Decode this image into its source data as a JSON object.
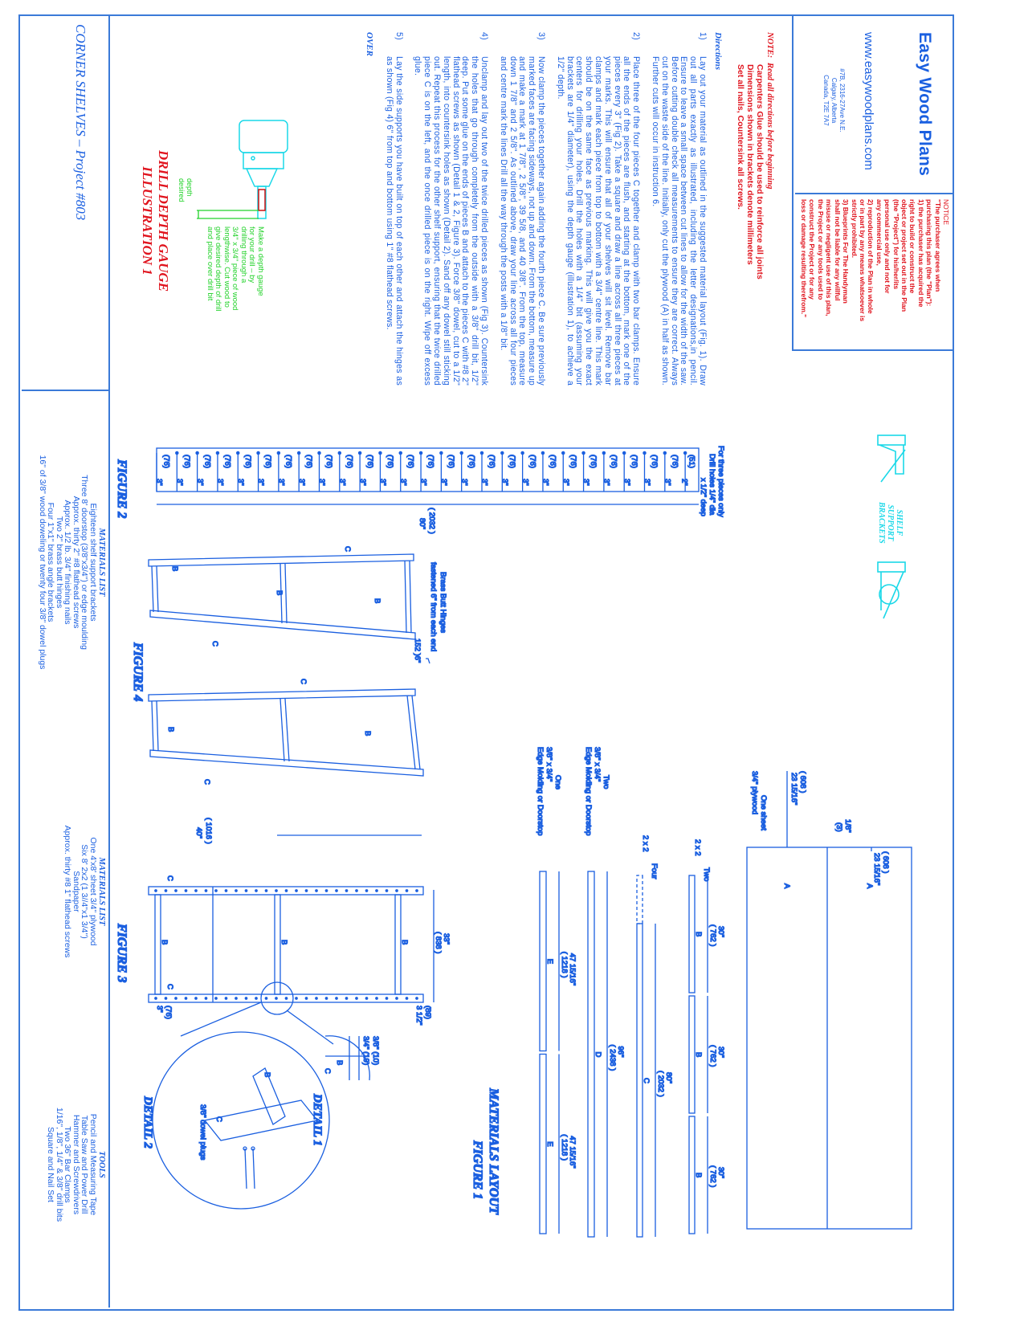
{
  "title_block": {
    "brand": "Easy Wood Plans",
    "website": "www.easywoodplans.com",
    "address": [
      "#7B, 2316-27Ave N.E.",
      "Calgary, Alberta",
      "Canada, T2E 7A7"
    ]
  },
  "notice": {
    "heading": "NOTICE",
    "lines": [
      "\"The purchaser agrees when",
      "purchasing this plan (the \"Plan\"):",
      "1)  the purchaser has acquired the",
      "right to build or construct the",
      "object or project set out in the Plan",
      "(the \"Project\") for his/her/its",
      "personal use only and not for",
      "any commercial use,",
      "2)   reproduction of the Plan in whole",
      "or in part by any means whatsoever is",
      "strictly prohibited.",
      "3)  Blueprints For The Handyman",
      "shall not be liable for any willful",
      "misuse or negligent use of this plan,",
      "the Project or any tools used to",
      "construct  the Project or for any",
      "loss or damage resulting therefrom.\""
    ]
  },
  "note": {
    "label": "NOTE:",
    "heading": "Read all directions before beginning",
    "lines": [
      "Carpenters Glue should be used to reinforce all joints",
      "Dimensions shown in brackets denote millimeters",
      "Set all nails, Countersink all screws."
    ]
  },
  "directions": {
    "heading": "Directions",
    "steps": [
      {
        "num": "1)",
        "text": "Lay out your material as outlined in the suggested material layout (Fig. 1). Draw out all parts exactly as illustrated, including the letter designations,in pencil. Ensure to leave a small space between cut lines to allow for the width of the saw.  Before cutting double check all measurements to ensure they are correct.  Always cut on the waste side of the line.  Initially, only cut the plywood (A) in half as shown.  Further cuts will occur in instruction 6."
      },
      {
        "num": "2)",
        "text": "Place three of the four pieces C together and clamp with two bar clamps.  Ensure all the ends of the pieces are flush, and starting at the bottom, mark one of the pieces every 3\" (Fig 2). Take a square and draw a line across all three pieces at your marks.  This will ensure that all of your shelves will sit level. Remove bar clamps and mark each piece from top to bottom with a 3/4\" centre line. This mark should be on the same face as previous marking. This will give you the exact centers for drilling your holes.  Drill the holes with a 1/4\" bit (assuming your brackets are 1/4\" diameter), using the depth gauge (illustration 1), to achieve a 1/2\" depth."
      },
      {
        "num": "3)",
        "text": "Now clamp the pieces together again adding the fourth piece C. Be sure previously marked faces are facing sideways, not up and down. From the bottom, measure up and make a mark at 1 7/8\", 2 5/8\", 39 5/8, and 40 3/8\".  From the top, measure down 1 7/8\" and 2 5/8\".  As outlined above, draw your line across all four pieces and centre mark the lines Drill all the way through the posts with a 1/8\" bit."
      },
      {
        "num": "4)",
        "text": "Unclamp and lay out two of the twice drilled pieces as shown (Fig 3). Countersink the holes that go through completely from the outside with a 3/8\" drill bit, 1/2\" deep. Put some glue on the ends of pieces B and attach to the pieces C with #8 2\" flathead screws as shown (Detail 1 & 2, Figure 3). Force 3/8\" dowel, cut to a 1/2\" length, into countersink holes as shown (Detail 2).  Sand off any dowel still sticking out. Repeat this process for the other shelf support, ensuring that the twice drilled piece C is on the left, and the once drilled piece is on the right.  Wipe off excess glue."
      },
      {
        "num": "5)",
        "text": "Lay the side supports you have built on top of each other and attach the hinges as as shown (Fig 4) 6\" from top and bottom using 1\" #8 flathead screws."
      }
    ],
    "over": "OVER"
  },
  "illustration1": {
    "title": "DRILL DEPTH GAUGE",
    "subtitle": "ILLUSTRATION 1",
    "note_lines": [
      "Make a depth gauge",
      "for your drill – by",
      "drilling through a",
      "3/4\" x 3/4\" piece of wood",
      "lengthwise. Cut wood to",
      "give desired depth of drill",
      "and place over drill bit"
    ],
    "depth_label": [
      "depth",
      "desired"
    ],
    "colors": {
      "drill": "#1ad8e8",
      "gauge": "#d01010",
      "text": "#22d22a"
    }
  },
  "brackets": {
    "label": [
      "SHELF",
      "SUPPORT",
      "BRACKETS"
    ],
    "color": "#1ad8e8"
  },
  "figure2": {
    "title": "FIGURE 2",
    "note_lines": [
      "For three pieces only",
      "Drill holes 1/4\" dia",
      "x 1/2\" deep"
    ],
    "cells": [
      {
        "mm": "(51)",
        "in": "2\""
      },
      {
        "mm": "(76)",
        "in": "3\""
      },
      {
        "mm": "(76)",
        "in": "3\""
      },
      {
        "mm": "(76)",
        "in": "3\""
      },
      {
        "mm": "(76)",
        "in": "3\""
      },
      {
        "mm": "(76)",
        "in": "3\""
      },
      {
        "mm": "(76)",
        "in": "3\""
      },
      {
        "mm": "(76)",
        "in": "3\""
      },
      {
        "mm": "(76)",
        "in": "3\""
      },
      {
        "mm": "(76)",
        "in": "3\""
      },
      {
        "mm": "(76)",
        "in": "3\""
      },
      {
        "mm": "(76)",
        "in": "3\""
      },
      {
        "mm": "(76)",
        "in": "3\""
      },
      {
        "mm": "(76)",
        "in": "3\""
      },
      {
        "mm": "(76)",
        "in": "3\""
      },
      {
        "mm": "(76)",
        "in": "3\""
      },
      {
        "mm": "(76)",
        "in": "3\""
      },
      {
        "mm": "(76)",
        "in": "3\""
      },
      {
        "mm": "(76)",
        "in": "3\""
      },
      {
        "mm": "(76)",
        "in": "3\""
      },
      {
        "mm": "(76)",
        "in": "3\""
      },
      {
        "mm": "(76)",
        "in": "3\""
      },
      {
        "mm": "(76)",
        "in": "3\""
      },
      {
        "mm": "(76)",
        "in": "3\""
      },
      {
        "mm": "(76)",
        "in": "3\""
      },
      {
        "mm": "(76)",
        "in": "3\""
      },
      {
        "mm": "(76)",
        "in": "3\""
      }
    ],
    "total_mm": "( 2032 )",
    "total_in": "80\""
  },
  "figure4": {
    "title": "FIGURE 4",
    "hinge_note": [
      "Brass Butt Hinges",
      "fastened 6\" from each end"
    ],
    "hinge_dim": "152 )6\"",
    "labels": {
      "rail": "C",
      "rung": "B"
    }
  },
  "figure1": {
    "title": "MATERIALS LAYOUT",
    "subtitle": "FIGURE 1",
    "plywood": {
      "label": [
        "One sheet",
        "3/4\" plywood"
      ],
      "kerf": [
        "1/8\"",
        "(3)"
      ],
      "halves": [
        {
          "mm": "( 608 )",
          "in": "23 15/16\"",
          "part": "A"
        },
        {
          "mm": "( 608 )",
          "in": "23 15/16\"",
          "part": "A"
        }
      ]
    },
    "strips": [
      {
        "label": [
          "Two",
          "2 x 2"
        ],
        "pieces": [
          {
            "in": "30\"",
            "mm": "( 762 )",
            "part": "B"
          },
          {
            "in": "30\"",
            "mm": "( 762 )",
            "part": "B"
          },
          {
            "in": "30\"",
            "mm": "( 762 )",
            "part": "B"
          }
        ]
      },
      {
        "label": [
          "Four",
          "2 x 2"
        ],
        "pieces": [
          {
            "in": "80\"",
            "mm": "( 2032 )",
            "part": "C"
          }
        ]
      },
      {
        "label": [
          "Two",
          "3/8\" x 3/4\"",
          "Edge Molding or Doorstop"
        ],
        "pieces": [
          {
            "in": "96\"",
            "mm": "( 2438 )",
            "part": "D"
          }
        ]
      },
      {
        "label": [
          "One",
          "3/8\" x 3/4\"",
          "Edge Molding or Doorstop"
        ],
        "pieces": [
          {
            "in": "47 15/16\"",
            "mm": "( 1218 )",
            "part": "E"
          },
          {
            "in": "47 15/16\"",
            "mm": "( 1218 )",
            "part": "E"
          }
        ]
      }
    ]
  },
  "figure3": {
    "title": "FIGURE 3",
    "width_mm": "( 1016 )",
    "width_in": "40\"",
    "height_mm": "( 838 )",
    "height_in": "33\"",
    "top_mm": "(89)",
    "top_in": "3 1/2\"",
    "bottom_mm": "(76)",
    "bottom_in": "3\"",
    "labels": {
      "rail": "C",
      "rung": "B"
    }
  },
  "detail1": {
    "title": "DETAIL 1",
    "dims": [
      "3/8\" (10)",
      "3/4\" (19)"
    ],
    "labels": [
      "B",
      "C"
    ]
  },
  "detail2": {
    "title": "DETAIL 2",
    "dowel_label": "3/8\" dowel plugs",
    "labels": [
      "B",
      "C"
    ]
  },
  "footer": {
    "project_title": "CORNER SHELVES  –  Project #803",
    "materials_list_1": {
      "heading": "MATERIALS LIST",
      "items": [
        "Eighteen shelf support brackets",
        "Three 8' doorstop (3/8\"x3/4\") or edge moulding",
        "Approx. thirty 2\" #8 flathead screws",
        "Approx. 1/2 lb. 3/4\" finishing nails",
        "Two 2\" brass butt hinges",
        "Four 1\"x1\" brass angle brackets",
        "16\" of 3/8\" wood doweling or twenty four 3/8\" dowel plugs"
      ]
    },
    "materials_list_2": {
      "heading": "MATERIALS LIST",
      "items": [
        "One 4'x8' sheet 3/4\" plywood",
        "Six 8' 2x2 (1 3//4\"x1 3/4\")",
        "Sandpaper",
        "Approx. thirty #8 1\" flathead screws"
      ]
    },
    "tools": {
      "heading": "TOOLS",
      "items": [
        "Pencil and Measuring Tape",
        "Table Saw and Power Drill",
        "Hammer and Screwdrivers",
        "Two 36\" Bar Clamps",
        "1/16\", 1/8\", 1/4\" & 3/8\" drill bits",
        "Square and Nail Set"
      ]
    }
  },
  "colors": {
    "line": "#1a5fe0",
    "frame": "#3b7ad8",
    "warning": "#e0141e"
  }
}
